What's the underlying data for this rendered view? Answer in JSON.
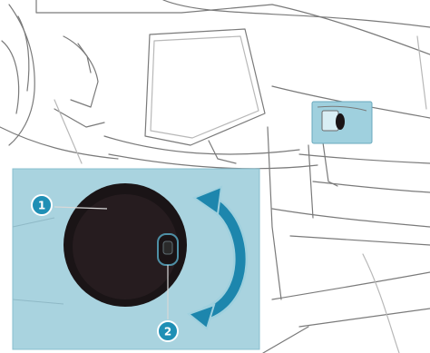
{
  "callouts": [
    {
      "number": "1",
      "meaning": "control-knob"
    },
    {
      "number": "2",
      "meaning": "lock-slot"
    }
  ],
  "colors": {
    "line": "#7a7a7a",
    "line_light": "#b8b8b8",
    "inset_fill": "#a9d3df",
    "highlight_fill": "#9fd0de",
    "badge": "#1f8fb5",
    "arrow": "#1d86ad",
    "knob": "#1a1416"
  }
}
